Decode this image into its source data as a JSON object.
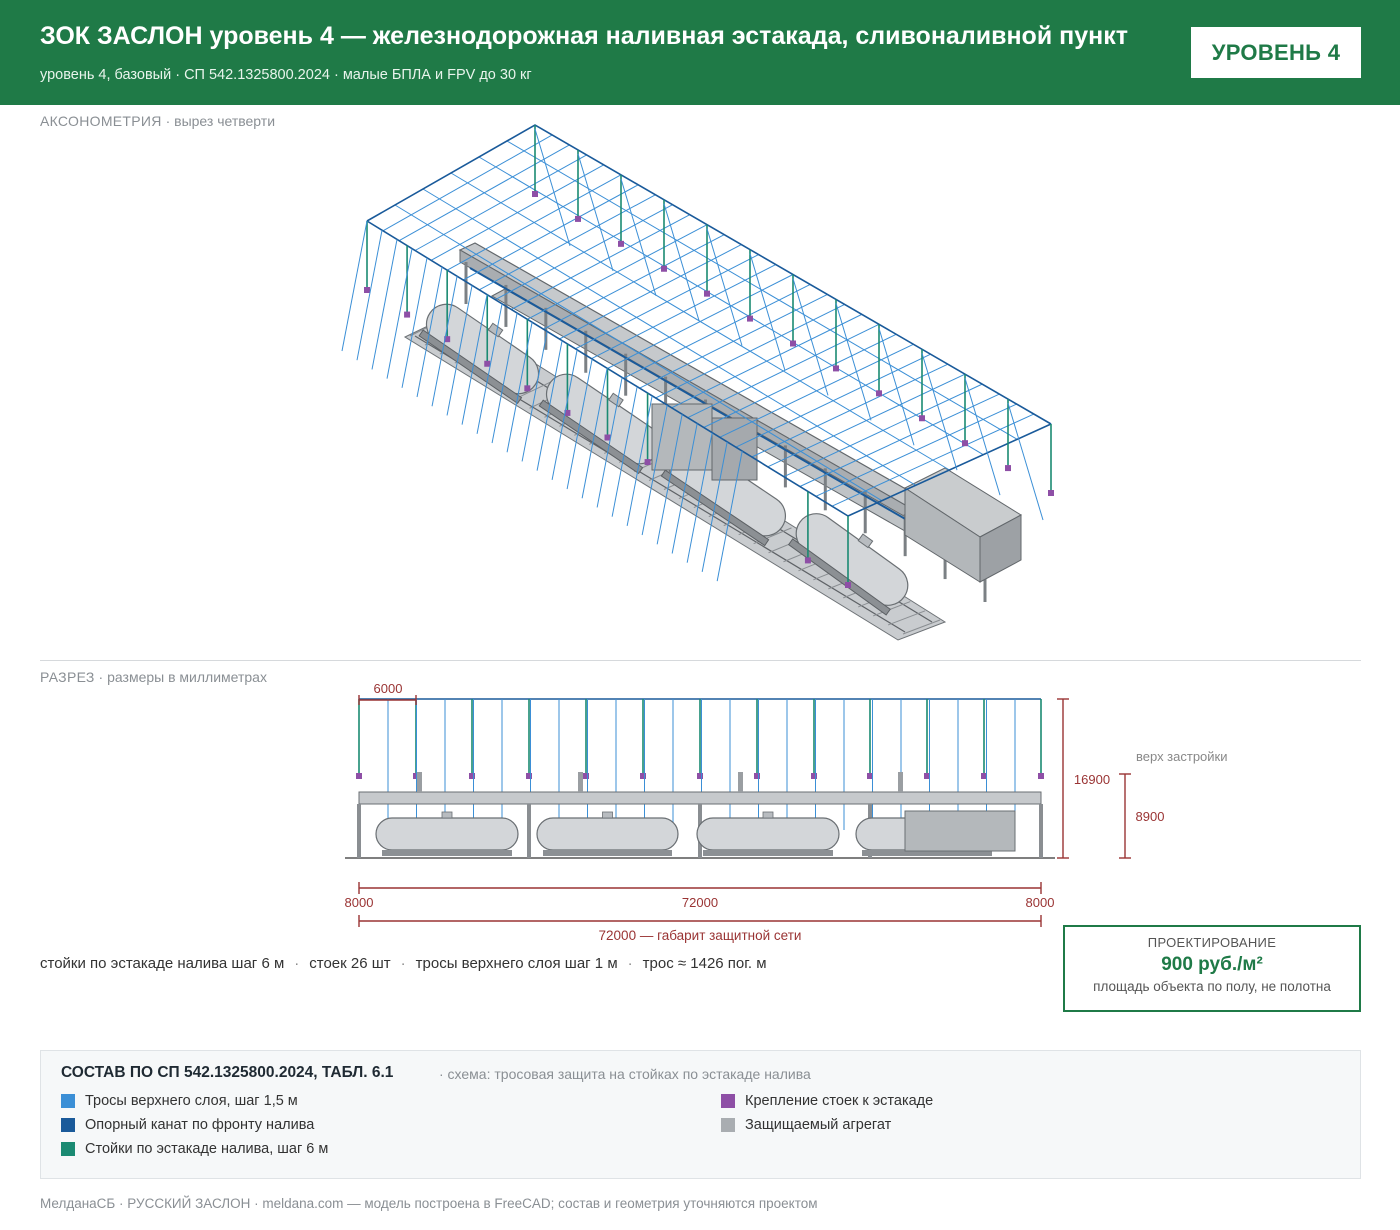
{
  "header": {
    "title": "ЗОК ЗАСЛОН уровень 4 — железнодорожная наливная эстакада, сливоналивной пункт",
    "subtitle": "уровень 4, базовый · СП 542.1325800.2024 · малые БПЛА и FPV до 30 кг",
    "badge": "УРОВЕНЬ 4"
  },
  "axo": {
    "label": "АКСОНОМЕТРИЯ",
    "note": " · вырез четверти"
  },
  "section": {
    "label": "РАЗРЕЗ",
    "note": " · размеры в миллиметрах",
    "dims": {
      "span": "6000",
      "height_total": "16900",
      "height_build": "8900",
      "top_note": "верх застройки",
      "left_offset": "8000",
      "mid_length": "72000",
      "right_offset": "8000",
      "net_length": "72000 — габарит защитной сети"
    }
  },
  "stats": {
    "s1": "стойки по эстакаде налива шаг 6 м",
    "s2": "стоек 26 шт",
    "s3": "тросы верхнего слоя шаг 1 м",
    "s4": "трос ≈ 1426 пог. м",
    "sep": "·"
  },
  "price": {
    "label": "ПРОЕКТИРОВАНИЕ",
    "value": "900 руб./м²",
    "note": "площадь объекта по полу, не полотна"
  },
  "legend": {
    "title": "СОСТАВ ПО СП 542.1325800.2024, ТАБЛ. 6.1",
    "subtitle": "· схема: тросовая защита на стойках по эстакаде налива",
    "items": [
      {
        "label": "Тросы верхнего слоя, шаг 1,5 м",
        "color": "#3b8fd6"
      },
      {
        "label": "Опорный канат по фронту налива",
        "color": "#1a5a9a"
      },
      {
        "label": "Стойки по эстакаде налива, шаг 6 м",
        "color": "#1a8a72"
      },
      {
        "label": "Крепление стоек к эстакаде",
        "color": "#8e4fa6"
      },
      {
        "label": "Защищаемый агрегат",
        "color": "#a9adb1"
      }
    ]
  },
  "footer": "МелданаСБ · РУССКИЙ ЗАСЛОН · meldana.com — модель построена в FreeCAD; состав и геометрия уточняются проектом"
}
